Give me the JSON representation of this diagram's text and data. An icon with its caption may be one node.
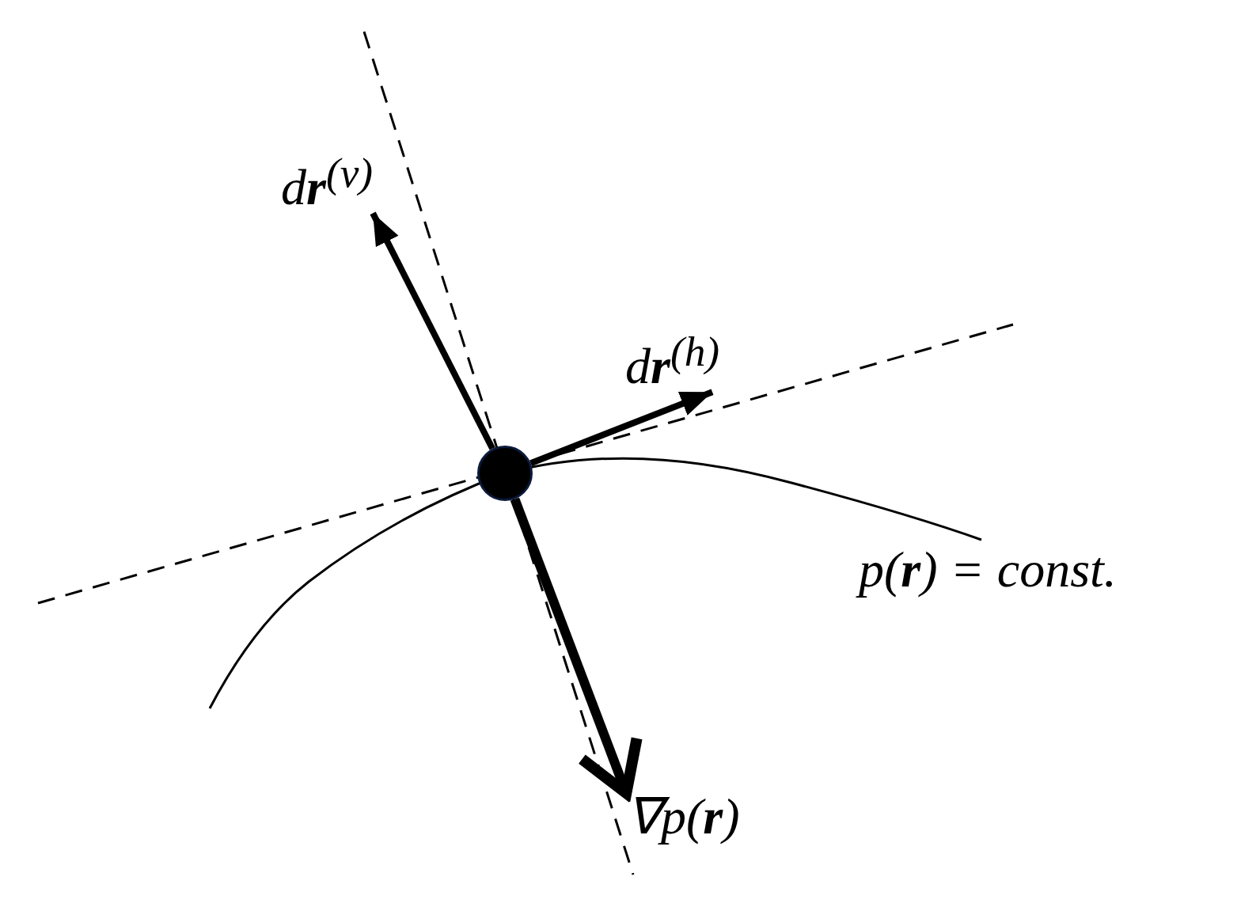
{
  "diagram": {
    "nodes": [
      {
        "text": [],
        "shape": "circle"
      },
      {
        "text": [
          "d**r**$^{(v)}$"
        ]
      },
      {
        "text": [
          "d**r**$^{(h)}$"
        ]
      },
      {
        "text": [
          "∇p(**r**)"
        ]
      }
    ],
    "edges": [
      {
        "from": 0,
        "to": 1,
        "arrow": "to"
      },
      {
        "from": 0,
        "to": 2,
        "arrow": "to"
      },
      {
        "from": 0,
        "to": 3,
        "arrow": "to"
      }
    ],
    "labels": [
      "p(**r**) = const."
    ]
  }
}
